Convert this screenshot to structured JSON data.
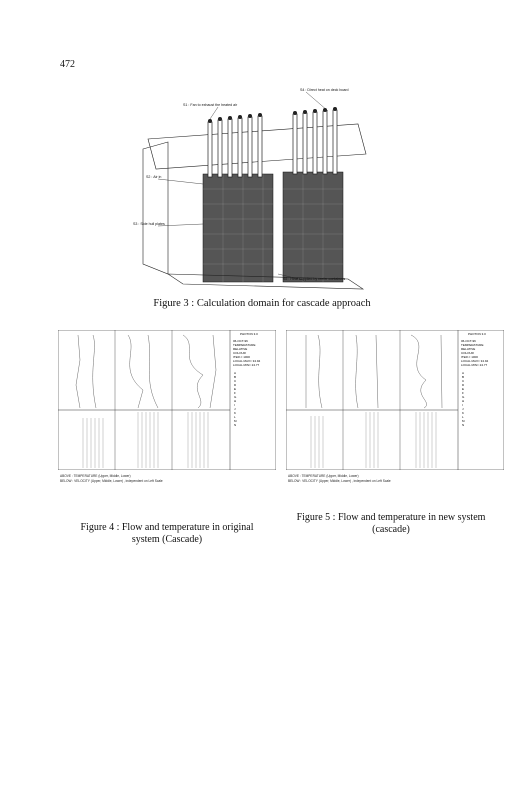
{
  "page_number": "472",
  "figure3": {
    "caption": "Figure 3 : Calculation domain for cascade approach",
    "labels": {
      "s1": "S1 : Fan to exhaust the heated air",
      "s4": "S4 : Direct heat on deck board",
      "s2": "S2 : Air in",
      "s3": "S3 : Side hull plates",
      "s5": "S5 : Heat supplied by reefer containers"
    }
  },
  "figure4": {
    "caption_line1": "Figure 4 : Flow and temperature in original",
    "caption_line2": "system (Cascade)",
    "note_line1": "ABOVE : TEMPERATURE (Upper, Middle, Lower)",
    "note_line2": "BELOW : VELOCITY (Upper, Middle, Lower) , independent on Left Scale"
  },
  "figure5": {
    "caption_line1": "Figure 5 : Flow and temperature in new system",
    "caption_line2": "(cascade)",
    "note_line1": "ABOVE : TEMPERATURE (Upper, Middle, Lower)",
    "note_line2": "BELOW : VELOCITY (Upper, Middle, Lower) , independent on Left Scale"
  },
  "legend": {
    "title": "PHOTON 3.0",
    "header": [
      "06-OCT-96",
      "TEMPERATURE",
      "RELATIVE",
      "COLOUR",
      "ITER.= 1000",
      "LOCAL MAX= 34.94",
      "LOCAL MIN= 24.77"
    ],
    "letters": [
      "A",
      "B",
      "C",
      "D",
      "E",
      "F",
      "G",
      "H",
      "I",
      "J",
      "K",
      "L",
      "M",
      "N"
    ]
  }
}
